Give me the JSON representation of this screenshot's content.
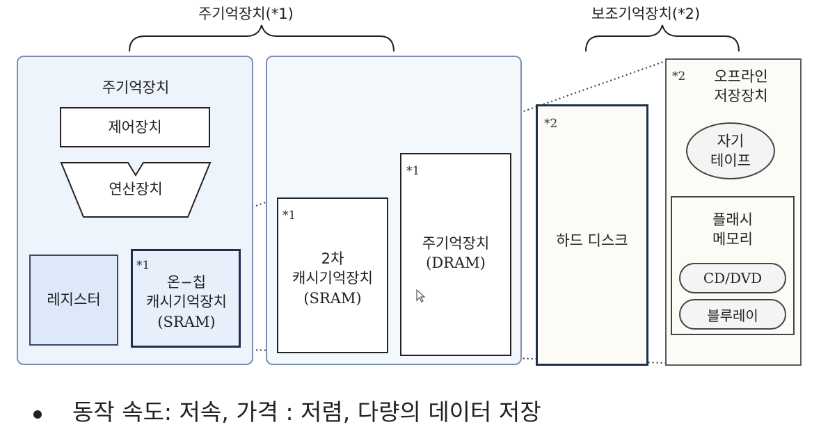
{
  "groups": {
    "main_memory": {
      "title": "주기억장치(*1)"
    },
    "aux_memory": {
      "title": "보조기억장치(*2)"
    }
  },
  "cpu_panel": {
    "title": "주기억장치",
    "control_unit": "제어장치",
    "alu": "연산장치",
    "register": "레지스터",
    "onchip_cache": {
      "mark": "*1",
      "lines": [
        "온−칩",
        "캐시기억장치",
        "(SRAM)"
      ]
    }
  },
  "memory_panel": {
    "l2_cache": {
      "mark": "*1",
      "lines": [
        "2차",
        "캐시기억장치",
        "(SRAM)"
      ]
    },
    "dram": {
      "mark": "*1",
      "lines": [
        "주기억장치",
        "(DRAM)"
      ]
    }
  },
  "hard_disk": {
    "mark": "*2",
    "label": "하드 디스크"
  },
  "offline": {
    "mark": "*2",
    "lines": [
      "오프라인",
      "저장장치"
    ],
    "magnetic_tape": [
      "자기",
      "테이프"
    ],
    "flash": [
      "플래시",
      "메모리"
    ],
    "cd_dvd": "CD/DVD",
    "bluray": "블루레이"
  },
  "caption": "동작 속도: 저속,  가격 : 저렴,  다량의 데이터 저장",
  "colors": {
    "panel_border": "#7d8fb0",
    "panel_fill": "#eef4fb",
    "dark_border": "#1f2f4f",
    "warm_fill": "#fdfbf5"
  }
}
